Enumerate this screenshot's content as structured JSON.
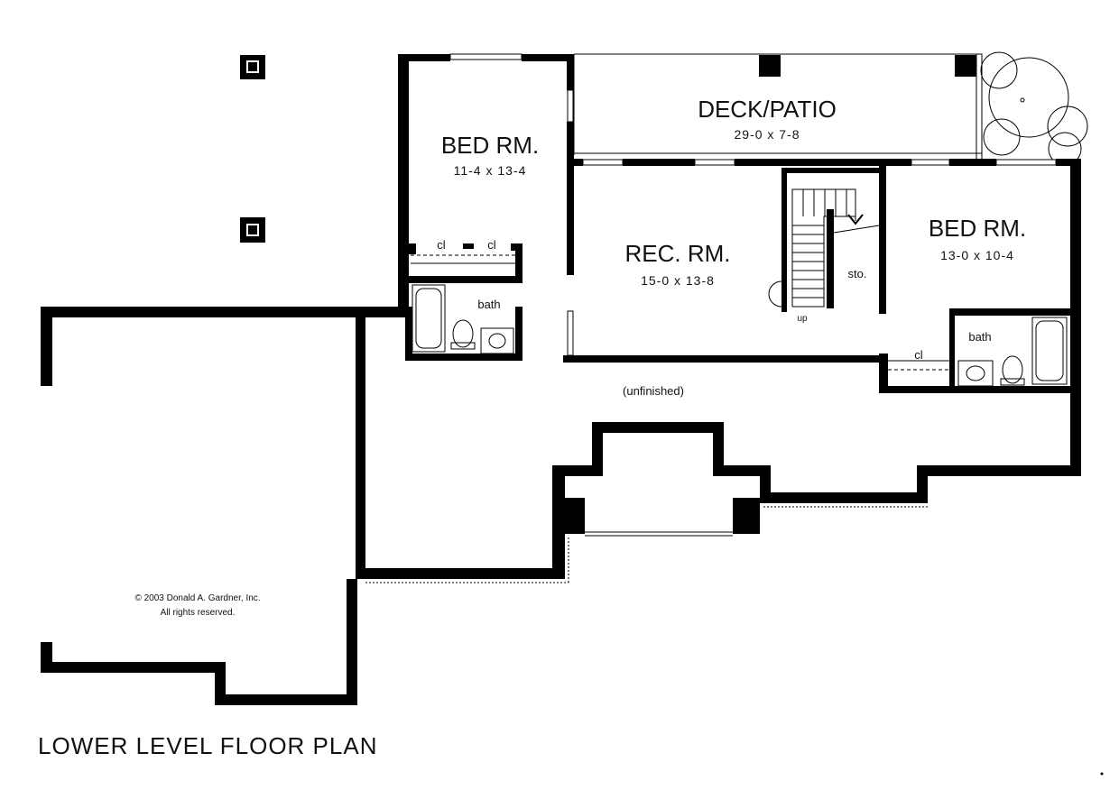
{
  "title": "LOWER LEVEL FLOOR PLAN",
  "copyright": {
    "line1": "© 2003 Donald A. Gardner, Inc.",
    "line2": "All rights reserved."
  },
  "rooms": {
    "deck": {
      "name": "DECK/PATIO",
      "dims": "29-0 x 7-8"
    },
    "bed_left": {
      "name": "BED RM.",
      "dims": "11-4 x 13-4"
    },
    "rec": {
      "name": "REC. RM.",
      "dims": "15-0 x 13-8"
    },
    "bed_right": {
      "name": "BED RM.",
      "dims": "13-0 x 10-4"
    },
    "bath_left": {
      "name": "bath"
    },
    "bath_right": {
      "name": "bath"
    },
    "storage": {
      "name": "sto."
    },
    "unfinished": {
      "name": "(unfinished)"
    }
  },
  "closets": {
    "label": "cl"
  },
  "stair_label": "up"
}
